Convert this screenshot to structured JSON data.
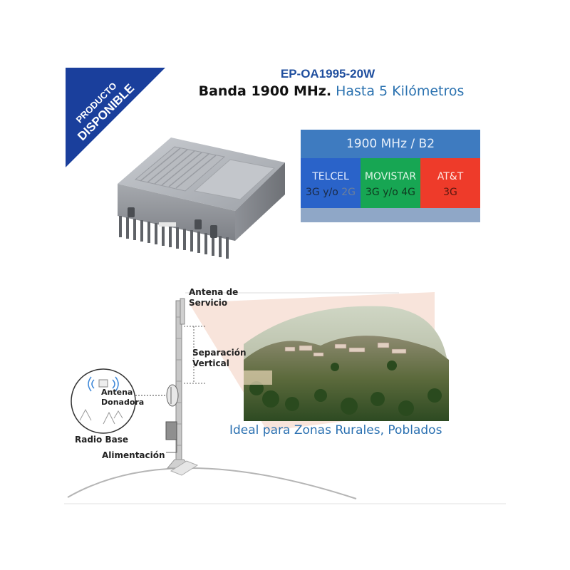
{
  "badge": {
    "line1": "PRODUCTO",
    "line2": "DISPONIBLE",
    "color": "#1a3f9c"
  },
  "header": {
    "model": "EP-OA1995-20W",
    "band_strong": "Banda 1900 MHz.",
    "band_light": "Hasta 5 Kilómetros"
  },
  "freq_table": {
    "title": "1900 MHz / B2",
    "carriers": [
      {
        "name": "TELCEL",
        "tech_main": "3G y/o",
        "tech_dim": "2G",
        "color": "#2a63c9"
      },
      {
        "name": "MOVISTAR",
        "tech_main": "3G y/o 4G",
        "color": "#17a653"
      },
      {
        "name": "AT&T",
        "tech_main": "3G",
        "color": "#ee3b2a"
      }
    ]
  },
  "diagram": {
    "service_antenna_label": "Antena de Servicio",
    "vertical_separation_label": "Separación Vertical",
    "donor_antenna_label": "Antena Donadora",
    "base_radio_label": "Radio Base",
    "power_label": "Alimentación"
  },
  "tagline": "Ideal para Zonas Rurales, Poblados"
}
